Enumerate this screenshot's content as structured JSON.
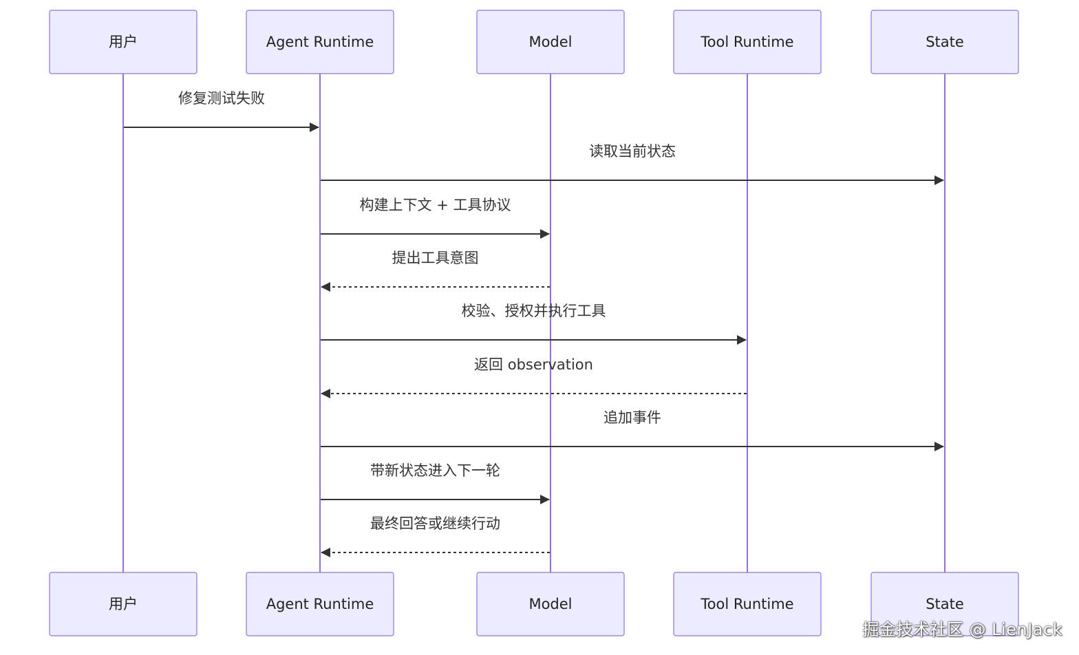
{
  "diagram": {
    "type": "sequence",
    "participants": [
      {
        "id": "user",
        "label": "用户"
      },
      {
        "id": "agent",
        "label": "Agent Runtime"
      },
      {
        "id": "model",
        "label": "Model"
      },
      {
        "id": "tool",
        "label": "Tool Runtime"
      },
      {
        "id": "state",
        "label": "State"
      }
    ],
    "messages": [
      {
        "from": "user",
        "to": "agent",
        "label": "修复测试失败",
        "style": "solid"
      },
      {
        "from": "agent",
        "to": "state",
        "label": "读取当前状态",
        "style": "solid"
      },
      {
        "from": "agent",
        "to": "model",
        "label": "构建上下文 + 工具协议",
        "style": "solid"
      },
      {
        "from": "model",
        "to": "agent",
        "label": "提出工具意图",
        "style": "dashed"
      },
      {
        "from": "agent",
        "to": "tool",
        "label": "校验、授权并执行工具",
        "style": "solid"
      },
      {
        "from": "tool",
        "to": "agent",
        "label": "返回 observation",
        "style": "dashed"
      },
      {
        "from": "agent",
        "to": "state",
        "label": "追加事件",
        "style": "solid"
      },
      {
        "from": "agent",
        "to": "model",
        "label": "带新状态进入下一轮",
        "style": "solid"
      },
      {
        "from": "model",
        "to": "agent",
        "label": "最终回答或继续行动",
        "style": "dashed"
      }
    ],
    "colors": {
      "actor_fill": "#ECECFF",
      "actor_stroke": "#9370DB",
      "lifeline": "#9370DB",
      "message": "#333333"
    }
  },
  "watermark": "掘金技术社区 @ LienJack"
}
